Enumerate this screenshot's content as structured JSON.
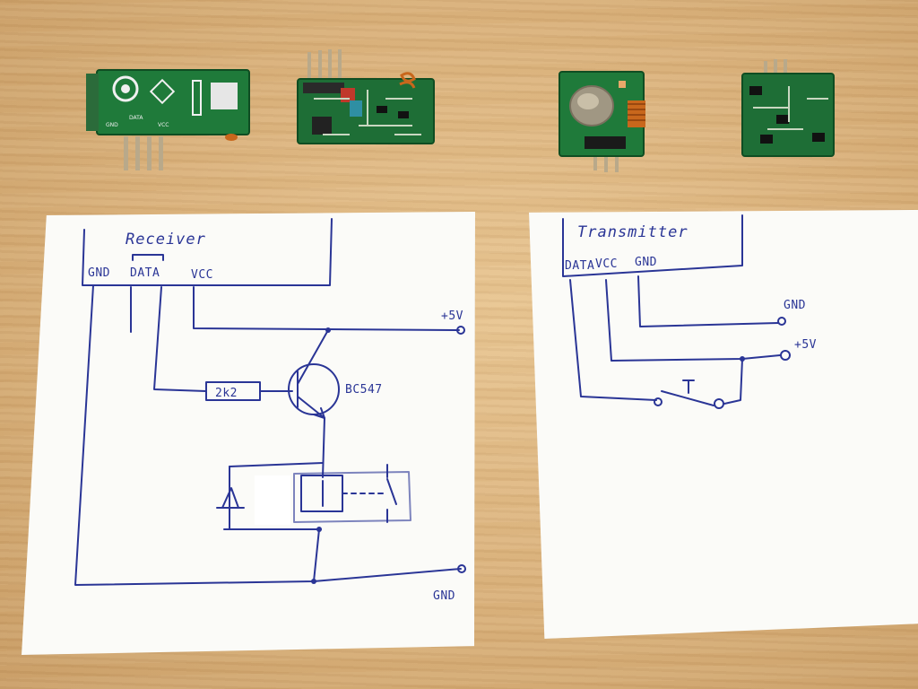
{
  "photo": {
    "colors": {
      "desk": "#d9b07a",
      "paper": "#fbfbf8",
      "ink": "#2a3596",
      "pcb_green": "#1f7a3a",
      "copper": "#c8671c",
      "pin_metal": "#b9a98a"
    }
  },
  "receiver_sheet": {
    "title": "Receiver",
    "pin_labels": {
      "gnd": "GND",
      "data": "DATA",
      "vcc": "VCC"
    },
    "supply_label": "+5V",
    "resistor_label": "2k2",
    "transistor_label": "BC547",
    "ground_label": "GND"
  },
  "transmitter_sheet": {
    "title": "Transmitter",
    "pin_labels": {
      "data": "DATA",
      "vcc": "VCC",
      "gnd": "GND"
    },
    "gnd_label": "GND",
    "supply_label": "+5V",
    "switch_label": "T"
  },
  "modules": {
    "receiver_silkscreen": {
      "gnd": "GND",
      "data": "DATA",
      "vcc": "VCC"
    }
  }
}
